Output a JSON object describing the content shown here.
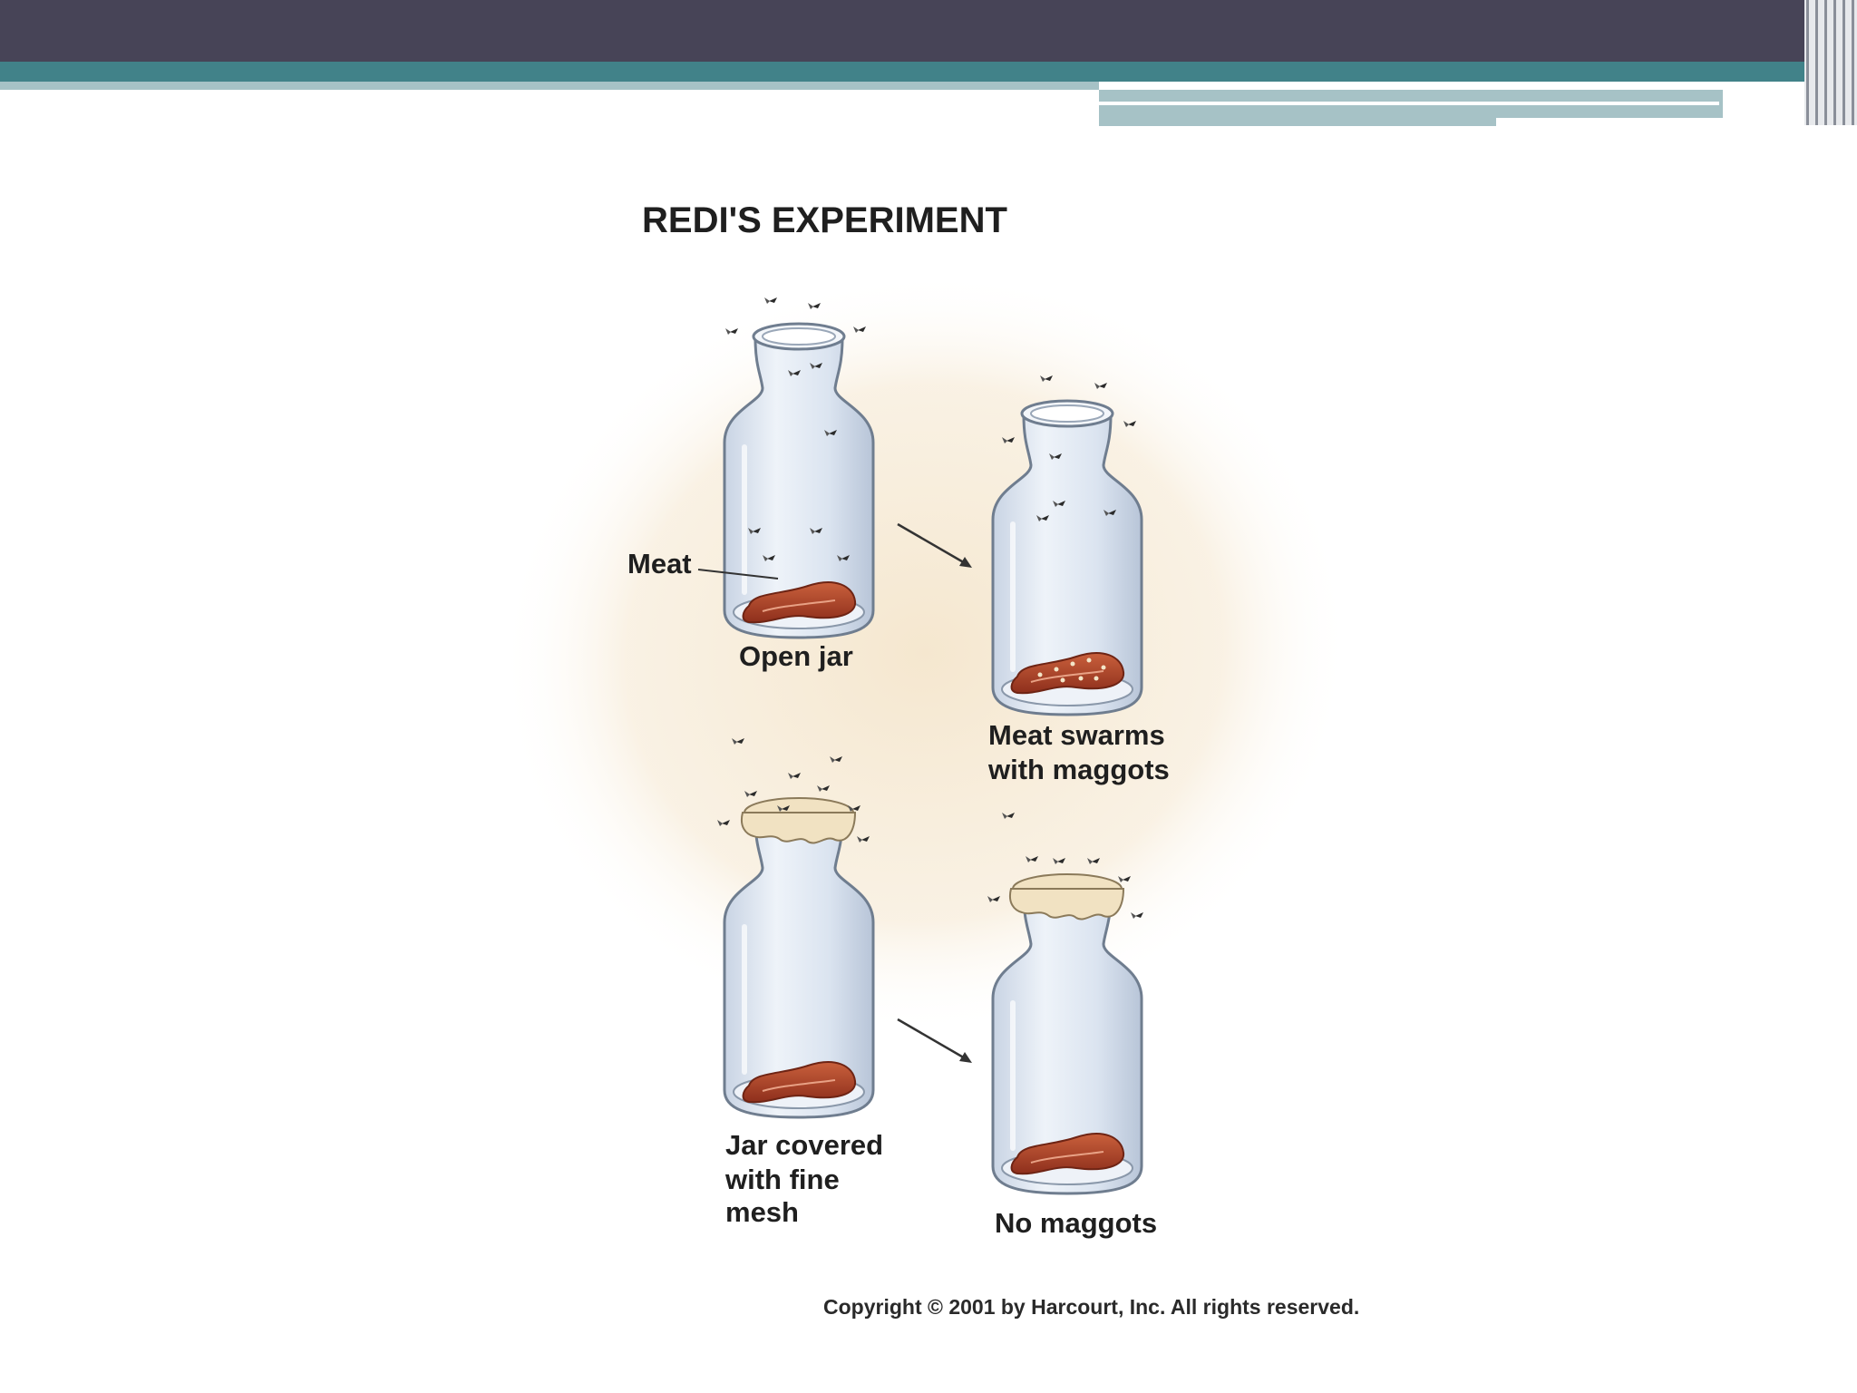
{
  "slide": {
    "header_colors": {
      "bar": "#474457",
      "stripe": "#418289",
      "stripe_light": "#a6c2c6",
      "right_ornament": "#cfd2d6"
    }
  },
  "diagram": {
    "title": "REDI'S EXPERIMENT",
    "meat_label": "Meat",
    "open_jar_label": "Open jar",
    "result_open": [
      "Meat swarms",
      "with maggots"
    ],
    "covered_jar_label": [
      "Jar covered",
      "with fine",
      "mesh"
    ],
    "result_covered": "No maggots",
    "copyright": "Copyright © 2001 by Harcourt, Inc. All rights reserved.",
    "icons": {
      "fly": "fly-icon",
      "jar": "jar-icon",
      "meat": "meat-icon",
      "mesh": "mesh-cover-icon",
      "arrow": "arrow-icon"
    },
    "colors": {
      "jar_fill": "#dfe7f2",
      "jar_edge": "#6f7d8f",
      "meat": "#b4482a",
      "mesh": "#f1e2c2",
      "background_glow": "#f7ebd6"
    }
  }
}
